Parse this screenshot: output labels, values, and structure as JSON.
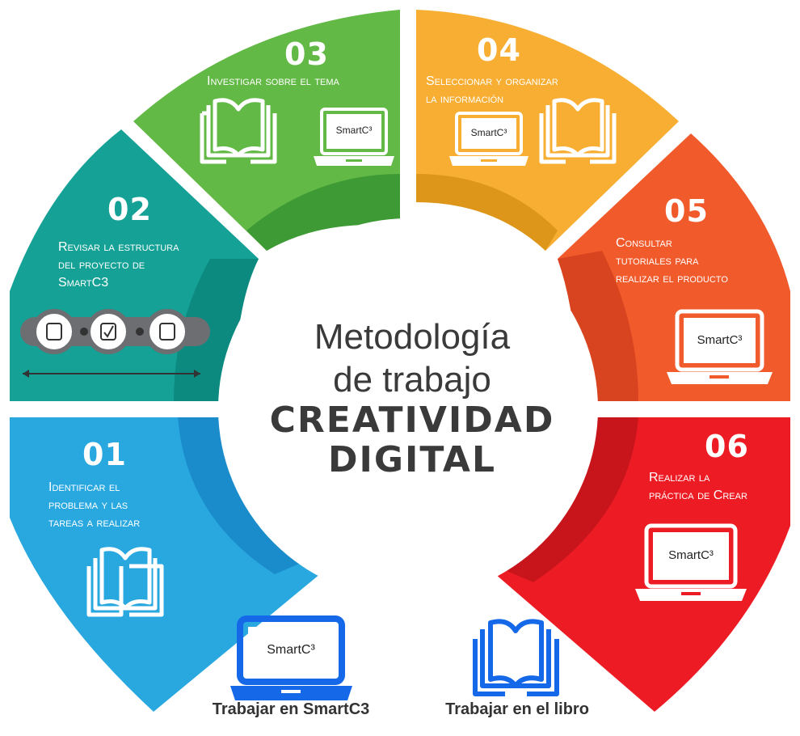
{
  "center": {
    "line1": "Metodología",
    "line2": "de trabajo",
    "line3": "CREATIVIDAD",
    "line4": "DIGITAL"
  },
  "brand": "SmartC³",
  "steps": [
    {
      "num": "01",
      "lines": [
        "Identificar el",
        "problema y las",
        "tareas a realizar"
      ],
      "color": "#29a8e0"
    },
    {
      "num": "02",
      "lines": [
        "Revisar la estructura",
        "del proyecto de",
        "SmartC3"
      ],
      "color": "#15a196"
    },
    {
      "num": "03",
      "lines": [
        "Investigar sobre el tema"
      ],
      "color": "#62b946"
    },
    {
      "num": "04",
      "lines": [
        "Seleccionar y organizar",
        "la información"
      ],
      "color": "#f7ae33"
    },
    {
      "num": "05",
      "lines": [
        "Consultar",
        "tutoriales para",
        "realizar el producto"
      ],
      "color": "#f15a2b"
    },
    {
      "num": "06",
      "lines": [
        "Realizar la",
        "práctica de Crear"
      ],
      "color": "#ed1c24"
    }
  ],
  "legend": {
    "smartc3": "Trabajar en SmartC3",
    "libro": "Trabajar en el libro"
  }
}
